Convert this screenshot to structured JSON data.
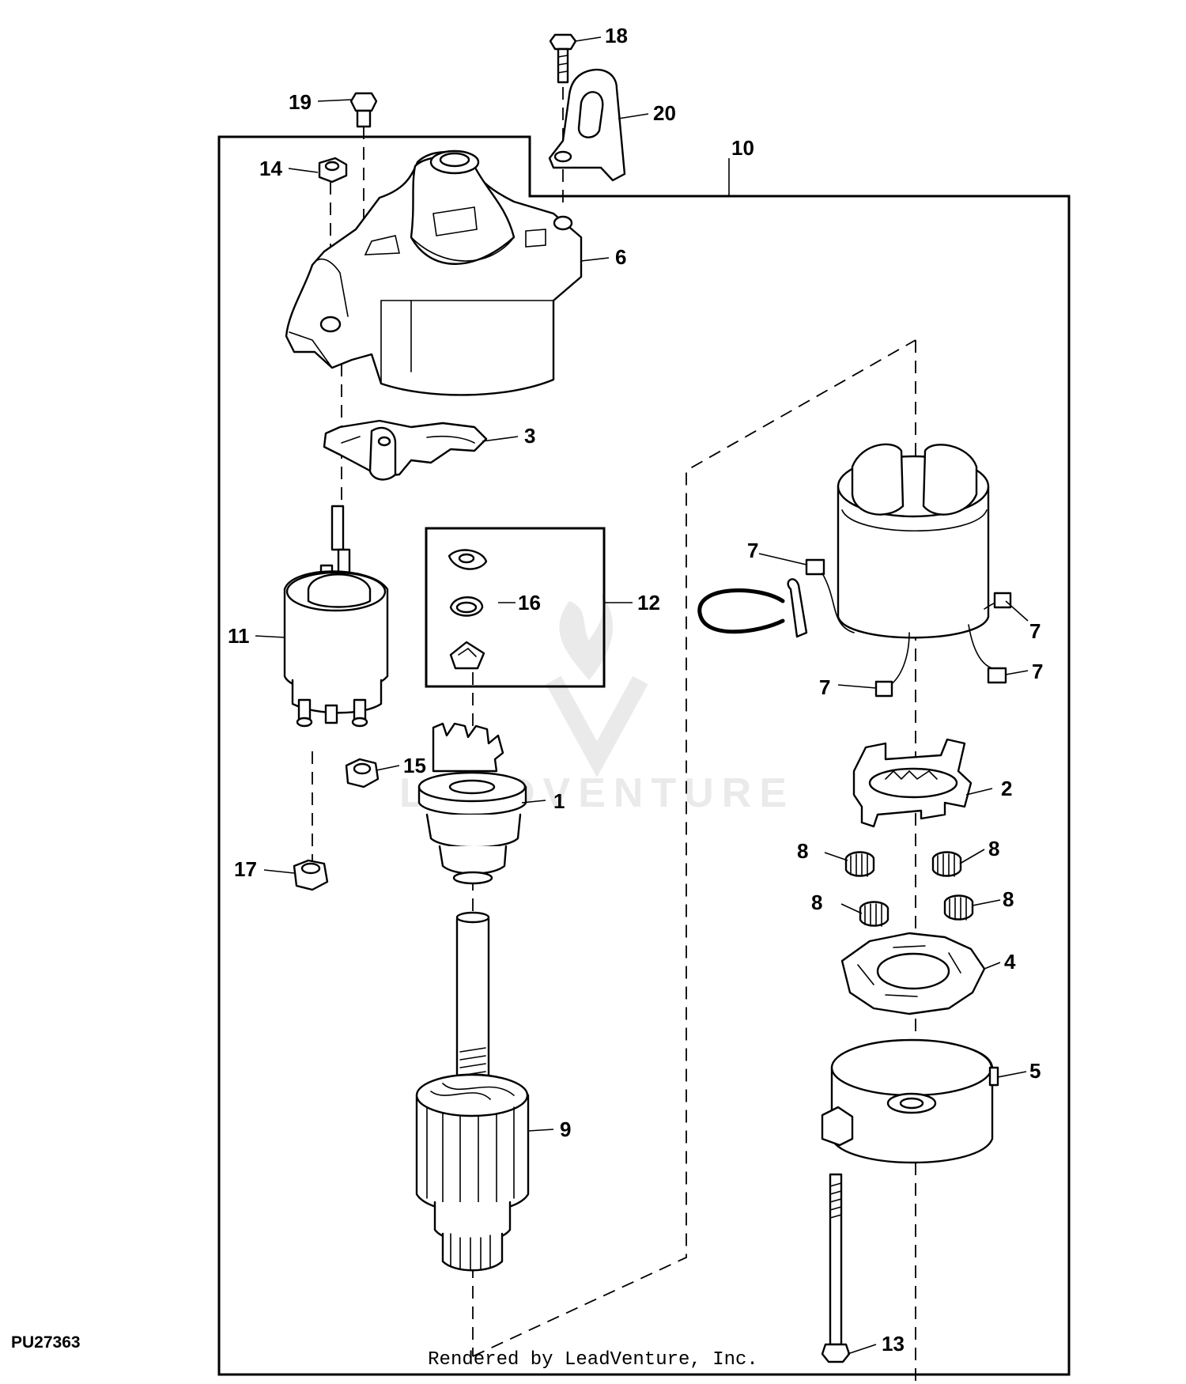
{
  "diagram": {
    "figure_code": "PU27363",
    "watermark": "LEADVENTURE",
    "credit": "Rendered by LeadVenture, Inc.",
    "callouts": [
      {
        "id": "c18",
        "label": "18"
      },
      {
        "id": "c20",
        "label": "20"
      },
      {
        "id": "c19",
        "label": "19"
      },
      {
        "id": "c10",
        "label": "10"
      },
      {
        "id": "c14",
        "label": "14"
      },
      {
        "id": "c6",
        "label": "6"
      },
      {
        "id": "c3",
        "label": "3"
      },
      {
        "id": "c7a",
        "label": "7"
      },
      {
        "id": "c16",
        "label": "16"
      },
      {
        "id": "c12",
        "label": "12"
      },
      {
        "id": "c11",
        "label": "11"
      },
      {
        "id": "c7b",
        "label": "7"
      },
      {
        "id": "c7c",
        "label": "7"
      },
      {
        "id": "c7d",
        "label": "7"
      },
      {
        "id": "c15",
        "label": "15"
      },
      {
        "id": "c2",
        "label": "2"
      },
      {
        "id": "c1",
        "label": "1"
      },
      {
        "id": "c8a",
        "label": "8"
      },
      {
        "id": "c8b",
        "label": "8"
      },
      {
        "id": "c17",
        "label": "17"
      },
      {
        "id": "c8c",
        "label": "8"
      },
      {
        "id": "c8d",
        "label": "8"
      },
      {
        "id": "c4",
        "label": "4"
      },
      {
        "id": "c5",
        "label": "5"
      },
      {
        "id": "c9",
        "label": "9"
      },
      {
        "id": "c13",
        "label": "13"
      }
    ]
  }
}
